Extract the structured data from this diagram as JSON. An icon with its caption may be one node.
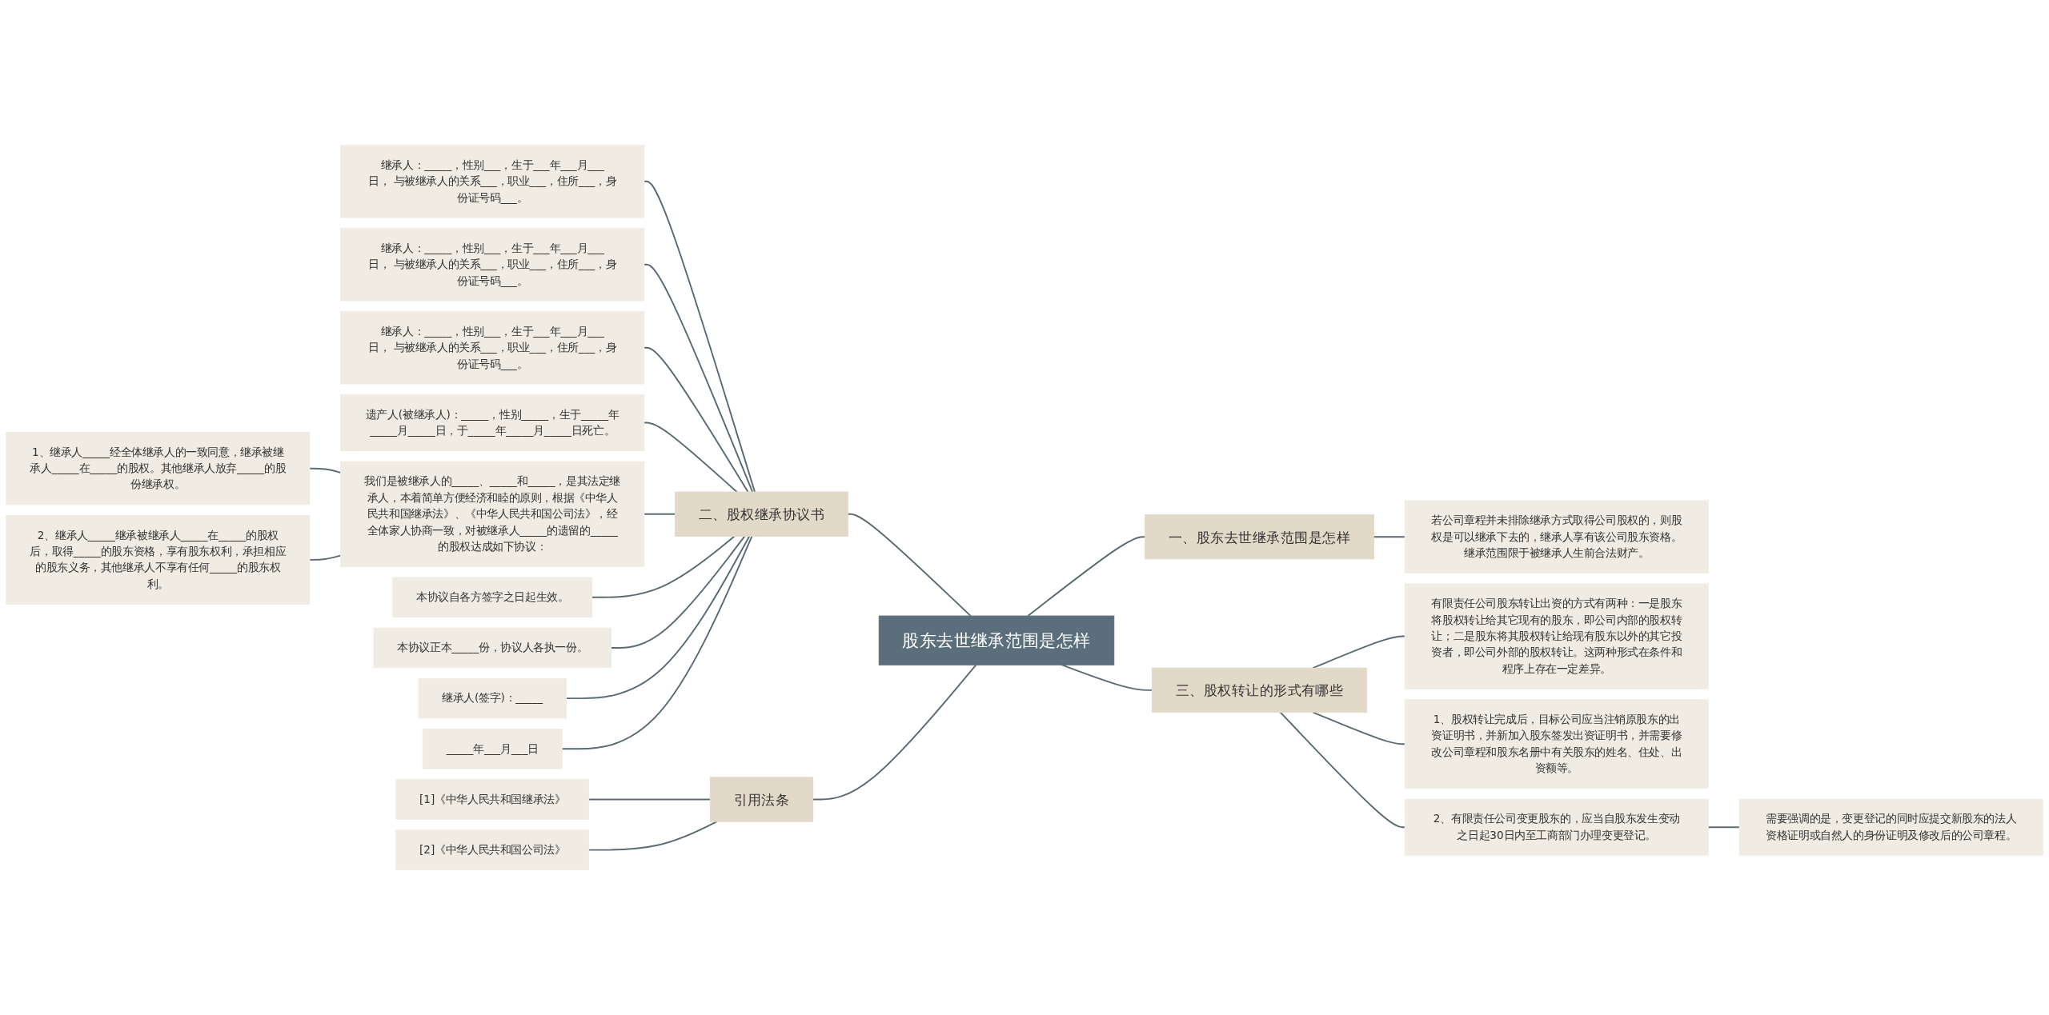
{
  "diagram": {
    "nodes": [
      {
        "text": [
          "股东去世继承范围是怎样"
        ]
      },
      {
        "text": [
          "二、股权继承协议书"
        ]
      },
      {
        "text": [
          "继承人：_____，性别___，生于___年___月___日， 与被继承人的关系___，职业___，住所___，身份证号码___。"
        ]
      },
      {
        "text": [
          "继承人：_____，性别___，生于___年___月___日， 与被继承人的关系___，职业___，住所___，身份证号码___。"
        ]
      },
      {
        "text": [
          "继承人：_____，性别___，生于___年___月___日， 与被继承人的关系___，职业___，住所___，身份证号码___。"
        ]
      },
      {
        "text": [
          "遗产人(被继承人)：_____，性别_____，生于_____年_____月_____日，于_____年_____月_____日死亡。"
        ]
      },
      {
        "text": [
          "我们是被继承人的_____、_____和_____，是其法定继承人，本着简单方便经济和睦的原则，根据《中华人民共和国继承法》、《中华人民共和国公司法》，经全体家人协商一致，对被继承人_____的遗留的_____的股权达成如下协议："
        ]
      },
      {
        "text": [
          "1、继承人_____经全体继承人的一致同意，继承被继承人_____在_____的股权。其他继承人放弃_____的股份继承权。"
        ]
      },
      {
        "text": [
          "2、继承人_____继承被继承人_____在_____的股权后，取得_____的股东资格，享有股东权利，承担相应的股东义务，其他继承人不享有任何_____的股东权利。"
        ]
      },
      {
        "text": [
          "本协议自各方签字之日起生效。"
        ]
      },
      {
        "text": [
          "本协议正本_____份，协议人各执一份。"
        ]
      },
      {
        "text": [
          "继承人(签字)：_____"
        ]
      },
      {
        "text": [
          "_____年___月___日"
        ]
      },
      {
        "text": [
          "引用法条"
        ]
      },
      {
        "text": [
          "[1]《中华人民共和国继承法》"
        ]
      },
      {
        "text": [
          "[2]《中华人民共和国公司法》"
        ]
      },
      {
        "text": [
          "一、股东去世继承范围是怎样"
        ]
      },
      {
        "text": [
          "若公司章程并未排除继承方式取得公司股权的，则股权是可以继承下去的，继承人享有该公司股东资格。继承范围限于被继承人生前合法财产。"
        ]
      },
      {
        "text": [
          "三、股权转让的形式有哪些"
        ]
      },
      {
        "text": [
          "有限责任公司股东转让出资的方式有两种：一是股东将股权转让给其它现有的股东，即公司内部的股权转让；二是股东将其股权转让给现有股东以外的其它投资者，即公司外部的股权转让。这两种形式在条件和程序上存在一定差异。"
        ]
      },
      {
        "text": [
          "1、股权转让完成后，目标公司应当注销原股东的出资证明书，并新加入股东签发出资证明书，并需要修改公司章程和股东名册中有关股东的姓名、住处、出资额等。"
        ]
      },
      {
        "text": [
          "2、有限责任公司变更股东的，应当自股东发生变动之日起30日内至工商部门办理变更登记。"
        ]
      },
      {
        "text": [
          "需要强调的是，变更登记的同时应提交新股东的法人资格证明或自然人的身份证明及修改后的公司章程。"
        ]
      }
    ],
    "edges": [
      {
        "from": 0,
        "to": 1,
        "arrow": "none"
      },
      {
        "from": 1,
        "to": 2,
        "arrow": "none"
      },
      {
        "from": 1,
        "to": 3,
        "arrow": "none"
      },
      {
        "from": 1,
        "to": 4,
        "arrow": "none"
      },
      {
        "from": 1,
        "to": 5,
        "arrow": "none"
      },
      {
        "from": 1,
        "to": 6,
        "arrow": "none"
      },
      {
        "from": 6,
        "to": 7,
        "arrow": "none"
      },
      {
        "from": 6,
        "to": 8,
        "arrow": "none"
      },
      {
        "from": 1,
        "to": 9,
        "arrow": "none"
      },
      {
        "from": 1,
        "to": 10,
        "arrow": "none"
      },
      {
        "from": 1,
        "to": 11,
        "arrow": "none"
      },
      {
        "from": 1,
        "to": 12,
        "arrow": "none"
      },
      {
        "from": 0,
        "to": 13,
        "arrow": "none"
      },
      {
        "from": 13,
        "to": 14,
        "arrow": "none"
      },
      {
        "from": 13,
        "to": 15,
        "arrow": "none"
      },
      {
        "from": 0,
        "to": 16,
        "arrow": "none"
      },
      {
        "from": 16,
        "to": 17,
        "arrow": "none"
      },
      {
        "from": 0,
        "to": 18,
        "arrow": "none"
      },
      {
        "from": 18,
        "to": 19,
        "arrow": "none"
      },
      {
        "from": 18,
        "to": 20,
        "arrow": "none"
      },
      {
        "from": 18,
        "to": 21,
        "arrow": "none"
      },
      {
        "from": 21,
        "to": 22,
        "arrow": "none"
      }
    ]
  }
}
